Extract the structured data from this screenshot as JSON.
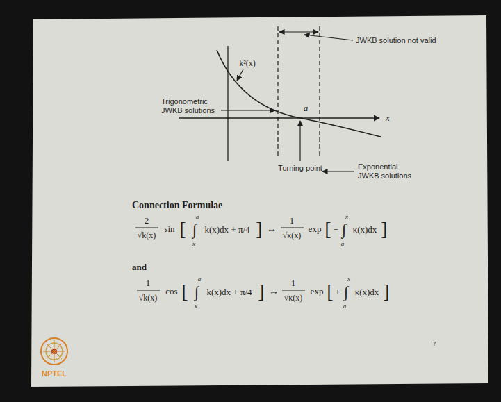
{
  "diagram": {
    "labels": [
      "k²(x)",
      "Trigonometric JWKB solutions",
      "JWKB solution not valid",
      "a",
      "x",
      "Turning point",
      "Exponential JWKB solutions",
      "Connection Formulae",
      "2",
      "√k(x)",
      "sin",
      "[",
      "a",
      "∫",
      "x",
      "k(x)dx + π/4",
      "]",
      "↔",
      "1",
      "√κ(x)",
      "exp",
      "[",
      "−",
      "x",
      "∫",
      "a",
      "κ(x)dx",
      "]",
      "and",
      "1",
      "√k(x)",
      "cos",
      "[",
      "a",
      "∫",
      "x",
      "k(x)dx + π/4",
      "]",
      "↔",
      "1",
      "√κ(x)",
      "exp",
      "[",
      "+",
      "x",
      "∫",
      "a",
      "κ(x)dx",
      "]",
      "7",
      "NPTEL"
    ]
  }
}
